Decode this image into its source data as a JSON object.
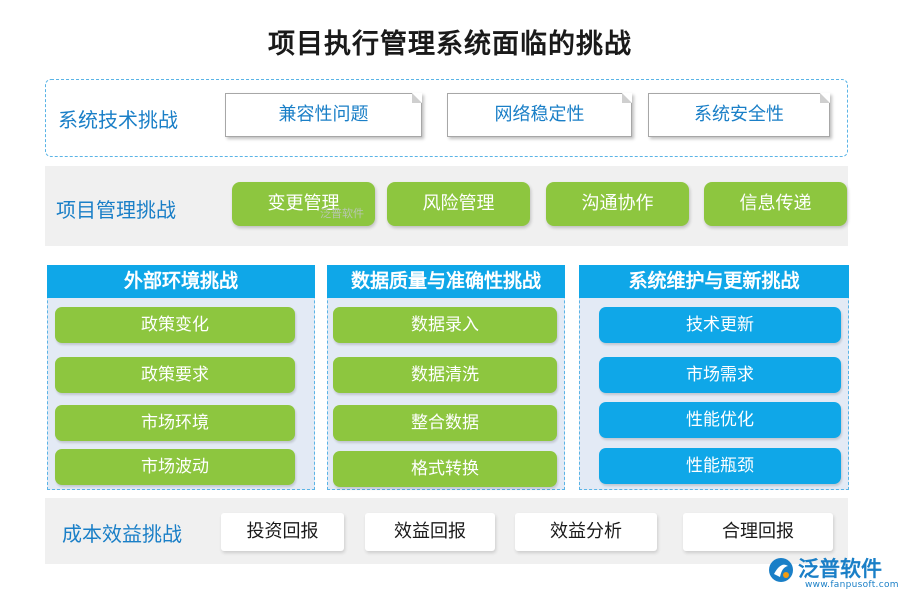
{
  "title": "项目执行管理系统面临的挑战",
  "tech": {
    "label": "系统技术挑战",
    "items": [
      "兼容性问题",
      "网络稳定性",
      "系统安全性"
    ]
  },
  "pm": {
    "label": "项目管理挑战",
    "items": [
      "变更管理",
      "风险管理",
      "沟通协作",
      "信息传递"
    ]
  },
  "watermark": "泛普软件",
  "columns": [
    {
      "header": "外部环境挑战",
      "items": [
        "政策变化",
        "政策要求",
        "市场环境",
        "市场波动"
      ]
    },
    {
      "header": "数据质量与准确性挑战",
      "items": [
        "数据录入",
        "数据清洗",
        "整合数据",
        "格式转换"
      ]
    },
    {
      "header": "系统维护与更新挑战",
      "items": [
        "技术更新",
        "市场需求",
        "性能优化",
        "性能瓶颈"
      ]
    }
  ],
  "cost": {
    "label": "成本效益挑战",
    "items": [
      "投资回报",
      "效益回报",
      "效益分析",
      "合理回报"
    ]
  },
  "logo": {
    "name": "泛普软件",
    "url": "www.fanpusoft.com"
  },
  "colors": {
    "green": "#8dc63f",
    "blue": "#0fa7e8",
    "label_blue": "#1a7fc7"
  }
}
